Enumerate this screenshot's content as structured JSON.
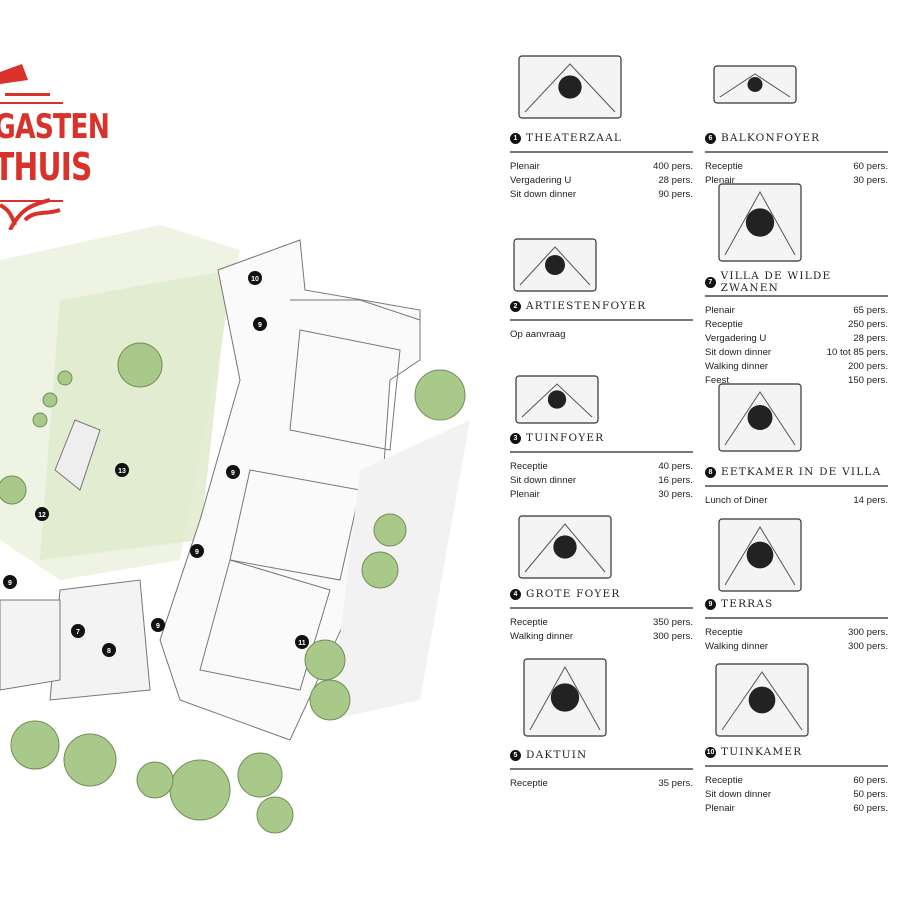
{
  "logo": {
    "line1": "GASTEN",
    "line2": "THUIS",
    "color": "#d8322a"
  },
  "map": {
    "markers": [
      "10",
      "9",
      "13",
      "12",
      "9",
      "9",
      "9",
      "9",
      "7",
      "8",
      "11"
    ]
  },
  "venues": [
    {
      "num": "1",
      "name": "THEATERZAAL",
      "icon": "theater-stage-icon",
      "rows": [
        [
          "Plenair",
          "400 pers."
        ],
        [
          "Vergadering U",
          "28 pers."
        ],
        [
          "Sit down dinner",
          "90 pers."
        ]
      ]
    },
    {
      "num": "2",
      "name": "ARTIESTENFOYER",
      "icon": "piano-player-icon",
      "rows": [
        [
          "Op aanvraag",
          ""
        ]
      ]
    },
    {
      "num": "3",
      "name": "TUINFOYER",
      "icon": "people-at-table-icon",
      "rows": [
        [
          "Receptie",
          "40 pers."
        ],
        [
          "Sit down dinner",
          "16 pers."
        ],
        [
          "Plenair",
          "30 pers."
        ]
      ]
    },
    {
      "num": "4",
      "name": "GROTE FOYER",
      "icon": "people-with-drinks-icon",
      "rows": [
        [
          "Receptie",
          "350 pers."
        ],
        [
          "Walking dinner",
          "300 pers."
        ]
      ]
    },
    {
      "num": "5",
      "name": "DAKTUIN",
      "icon": "umbrella-standing-table-icon",
      "rows": [
        [
          "Receptie",
          "35 pers."
        ]
      ]
    },
    {
      "num": "6",
      "name": "BALKONFOYER",
      "icon": "balcony-corridor-icon",
      "rows": [
        [
          "Receptie",
          "60 pers."
        ],
        [
          "Plenair",
          "30 pers."
        ]
      ]
    },
    {
      "num": "7",
      "name": "VILLA DE WILDE ZWANEN",
      "icon": "fireplace-icon",
      "rows": [
        [
          "Plenair",
          "65 pers."
        ],
        [
          "Receptie",
          "250 pers."
        ],
        [
          "Vergadering U",
          "28 pers."
        ],
        [
          "Sit down dinner",
          "10 tot 85 pers."
        ],
        [
          "Walking dinner",
          "200 pers."
        ],
        [
          "Feest",
          "150 pers."
        ]
      ]
    },
    {
      "num": "8",
      "name": "EETKAMER IN DE VILLA",
      "icon": "tiffany-lamp-icon",
      "rows": [
        [
          "Lunch of Diner",
          "14 pers."
        ]
      ]
    },
    {
      "num": "9",
      "name": "TERRAS",
      "icon": "patio-umbrella-icon",
      "rows": [
        [
          "Receptie",
          "300 pers."
        ],
        [
          "Walking dinner",
          "300 pers."
        ]
      ]
    },
    {
      "num": "10",
      "name": "TUINKAMER",
      "icon": "garden-table-chairs-icon",
      "rows": [
        [
          "Receptie",
          "60 pers."
        ],
        [
          "Sit down dinner",
          "50 pers."
        ],
        [
          "Plenair",
          "60 pers."
        ]
      ]
    }
  ]
}
